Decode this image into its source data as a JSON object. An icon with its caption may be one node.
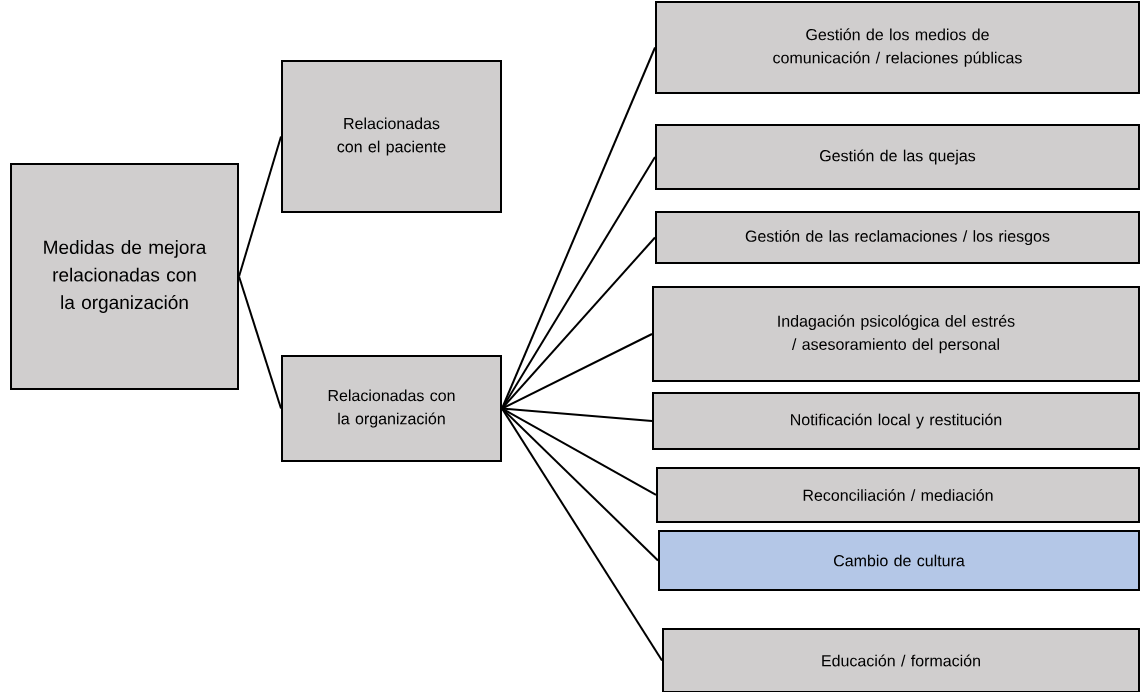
{
  "diagram": {
    "nodes": [
      {
        "text": [
          "Medidas de mejora relacionadas con la organización"
        ]
      },
      {
        "text": [
          "Relacionadas con el paciente"
        ]
      },
      {
        "text": [
          "Relacionadas con la organización"
        ]
      },
      {
        "text": [
          "Gestión de los medios de comunicación / relaciones públicas"
        ]
      },
      {
        "text": [
          "Gestión de las quejas"
        ]
      },
      {
        "text": [
          "Gestión de las reclamaciones / los riesgos"
        ]
      },
      {
        "text": [
          "Indagación psicológica del estrés / asesoramiento del personal"
        ]
      },
      {
        "text": [
          "Notificación local y restitución"
        ]
      },
      {
        "text": [
          "Reconciliación / mediación"
        ]
      },
      {
        "text": [
          "Cambio de cultura"
        ]
      },
      {
        "text": [
          "Educación / formación"
        ]
      }
    ],
    "edges": [
      {
        "from": 0,
        "to": 1,
        "arrow": "none"
      },
      {
        "from": 0,
        "to": 2,
        "arrow": "none"
      },
      {
        "from": 2,
        "to": 3,
        "arrow": "none"
      },
      {
        "from": 2,
        "to": 4,
        "arrow": "none"
      },
      {
        "from": 2,
        "to": 5,
        "arrow": "none"
      },
      {
        "from": 2,
        "to": 6,
        "arrow": "none"
      },
      {
        "from": 2,
        "to": 7,
        "arrow": "none"
      },
      {
        "from": 2,
        "to": 8,
        "arrow": "none"
      },
      {
        "from": 2,
        "to": 9,
        "arrow": "none"
      },
      {
        "from": 2,
        "to": 10,
        "arrow": "none"
      }
    ]
  }
}
